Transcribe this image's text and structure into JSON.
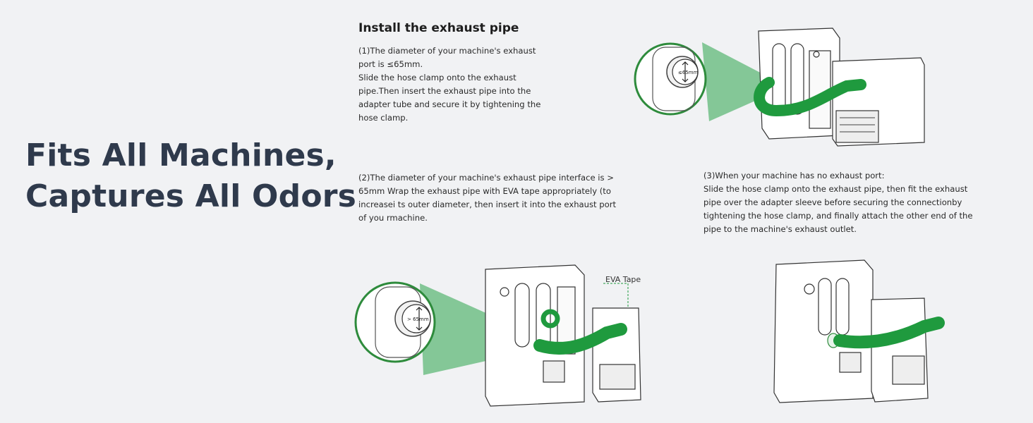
{
  "headline": {
    "line1": "Fits All Machines,",
    "line2": "Captures All Odors"
  },
  "section_title": "Install the exhaust pipe",
  "step1": {
    "lines": [
      "(1)The diameter of your machine's exhaust",
      "port is ≤65mm.",
      "Slide the hose clamp onto the exhaust",
      "pipe.Then insert the exhaust pipe into the",
      "adapter tube and secure it by tightening the",
      "hose clamp."
    ],
    "zoom_label": "≤65mm"
  },
  "step2": {
    "lines": [
      "(2)The diameter of your machine's exhaust pipe interface is >",
      "65mm Wrap the exhaust pipe with EVA tape appropriately (to",
      "increasei ts outer diameter, then insert it into the exhaust port",
      "of you rmachine."
    ],
    "zoom_label": "> 65mm",
    "callout": "EVA Tape"
  },
  "step3": {
    "lines": [
      "(3)When your machine has no exhaust port:",
      "Slide the hose clamp onto the exhaust pipe, then fit the exhaust",
      "pipe over the adapter sleeve before securing the connectionby",
      "tightening the hose clamp, and finally attach the other end of the",
      "pipe to the machine's exhaust outlet."
    ]
  },
  "colors": {
    "background": "#f1f2f4",
    "headline": "#2f3a4c",
    "hose_green": "#1f9a3e",
    "zoom_cone": "#5fb878",
    "zoom_ring": "#2e8b3c"
  },
  "icons": [
    "magnifier-zoom-circle",
    "arrow-up-down-icon",
    "printer-machine",
    "air-purifier-unit",
    "exhaust-hose"
  ]
}
